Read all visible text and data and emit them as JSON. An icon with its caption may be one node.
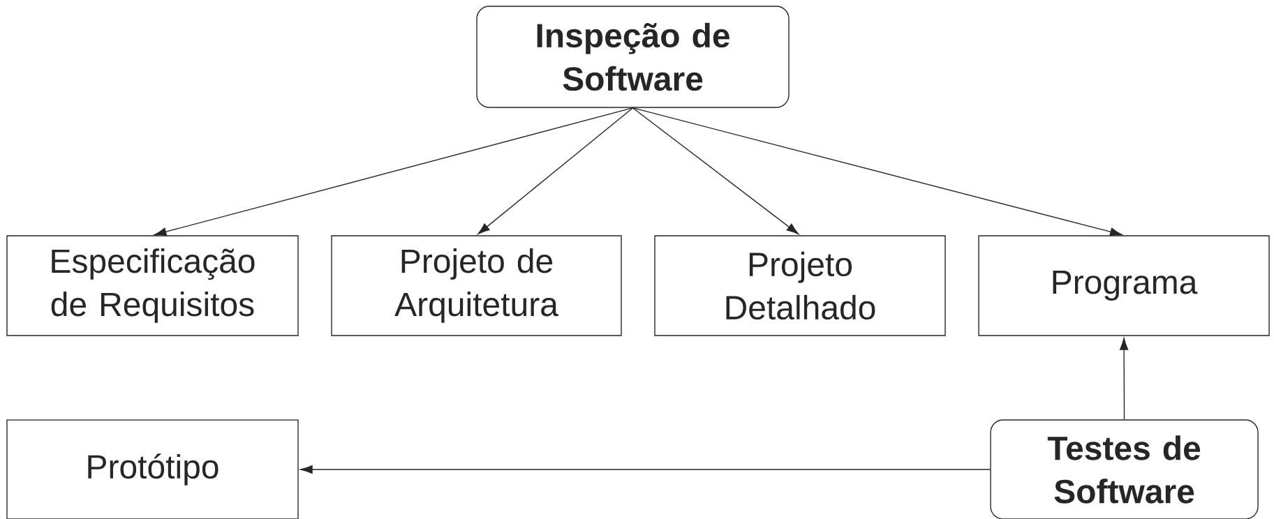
{
  "diagram": {
    "nodes": [
      {
        "text": [
          "Inspeção de Software"
        ]
      },
      {
        "text": [
          "Especificação de Requisitos"
        ]
      },
      {
        "text": [
          "Projeto de Arquitetura"
        ]
      },
      {
        "text": [
          "Projeto Detalhado"
        ]
      },
      {
        "text": [
          "Programa"
        ]
      },
      {
        "text": [
          "Protótipo"
        ]
      },
      {
        "text": [
          "Testes de Software"
        ]
      }
    ],
    "edges": [
      {
        "from": 0,
        "to": 1,
        "arrow": "to"
      },
      {
        "from": 0,
        "to": 2,
        "arrow": "to"
      },
      {
        "from": 0,
        "to": 3,
        "arrow": "to"
      },
      {
        "from": 0,
        "to": 4,
        "arrow": "to"
      },
      {
        "from": 6,
        "to": 4,
        "arrow": "to"
      },
      {
        "from": 6,
        "to": 5,
        "arrow": "to"
      }
    ]
  }
}
